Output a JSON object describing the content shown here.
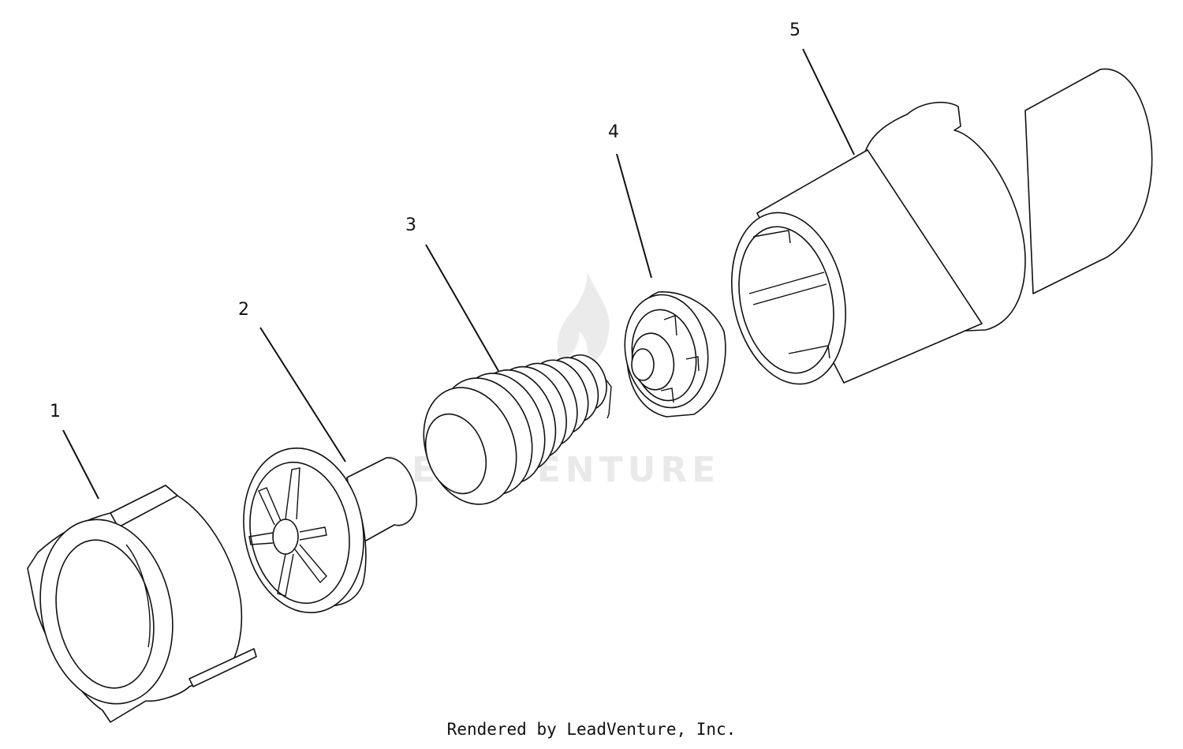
{
  "watermark": {
    "text": "LEADVENTURE"
  },
  "footer": {
    "text": "Rendered by LeadVenture, Inc."
  },
  "callouts": [
    {
      "id": "callout-1",
      "label": "1"
    },
    {
      "id": "callout-2",
      "label": "2"
    },
    {
      "id": "callout-3",
      "label": "3"
    },
    {
      "id": "callout-4",
      "label": "4"
    },
    {
      "id": "callout-5",
      "label": "5"
    }
  ]
}
